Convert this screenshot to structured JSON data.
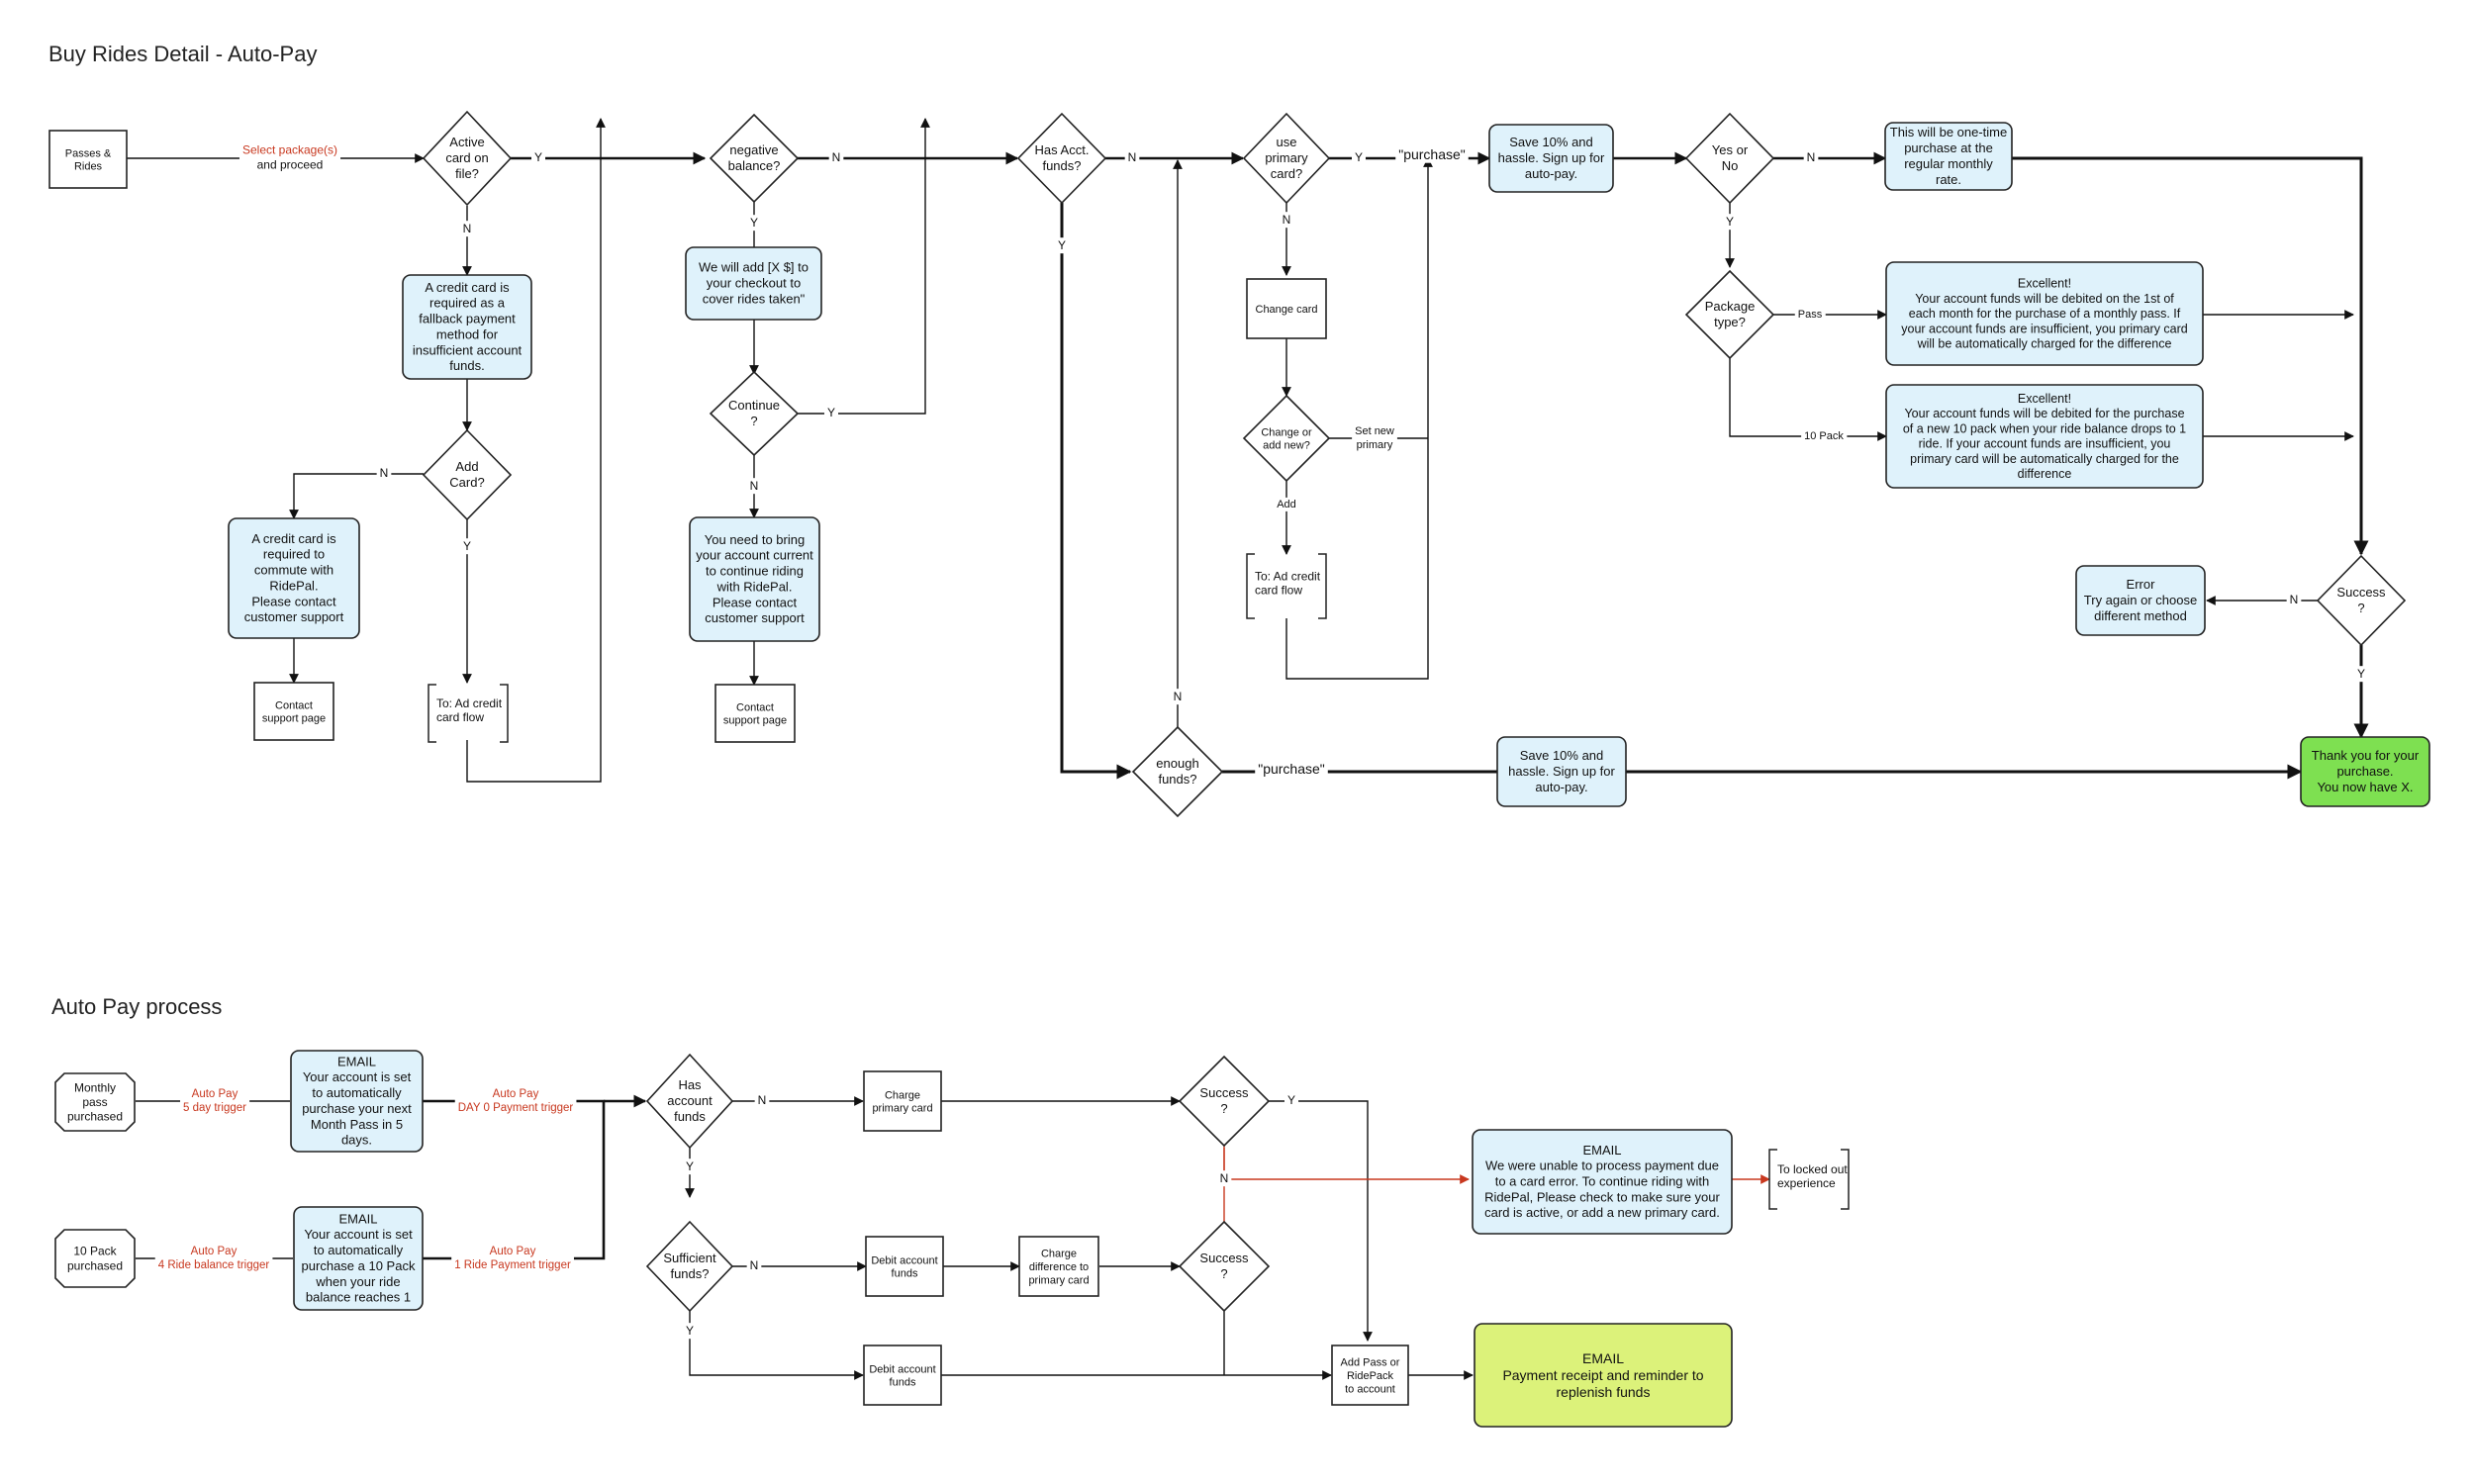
{
  "titles": {
    "main": "Buy Rides Detail - Auto-Pay",
    "autopay": "Auto Pay process"
  },
  "colors": {
    "light_blue": "#dff2fb",
    "green": "#7ee051",
    "yellow_green": "#dcf27a",
    "red_label": "#c8381f",
    "line": "#111111"
  },
  "top": {
    "passes_rides": [
      "Passes &",
      "Rides"
    ],
    "select_packages": [
      "Select package(s)",
      "and proceed"
    ],
    "active_card": [
      "Active",
      "card on",
      "file?"
    ],
    "credit_fallback": [
      "A credit card is",
      "required as a",
      "fallback payment",
      "method for",
      "insufficient account",
      "funds."
    ],
    "add_card": [
      "Add",
      "Card?"
    ],
    "credit_required": [
      "A credit card is",
      "required to",
      "commute with",
      "RidePal.",
      "Please contact",
      "customer support"
    ],
    "contact_support_1": [
      "Contact",
      "support page"
    ],
    "to_ad_credit_1": [
      "To: Ad credit",
      "card flow"
    ],
    "negative_balance": [
      "negative",
      "balance?"
    ],
    "we_will_add": [
      "We will add  [X $] to",
      "your checkout to",
      "cover rides taken\""
    ],
    "continue": [
      "Continue",
      "?"
    ],
    "bring_current": [
      "You need to bring",
      "your account current",
      "to continue riding",
      "with RidePal.",
      "Please contact",
      "customer support"
    ],
    "contact_support_2": [
      "Contact",
      "support page"
    ],
    "has_acct_funds": [
      "Has Acct.",
      "funds?"
    ],
    "use_primary": [
      "use",
      "primary",
      "card?"
    ],
    "change_card": [
      "Change card"
    ],
    "change_or_add": [
      "Change or",
      "add new?"
    ],
    "set_new_primary": [
      "Set new",
      "primary"
    ],
    "add_label": "Add",
    "to_ad_credit_2": [
      "To: Ad credit",
      "card flow"
    ],
    "purchase_quote": "\"purchase\"",
    "save_10": [
      "Save 10% and",
      "hassle.  Sign up for",
      "auto-pay."
    ],
    "yes_or_no": [
      "Yes or",
      "No"
    ],
    "one_time": [
      "This will be one-time",
      "purchase at the",
      "regular monthly",
      "rate."
    ],
    "package_type": [
      "Package",
      "type?"
    ],
    "pass_label": "Pass",
    "ten_pack_label": "10 Pack",
    "excellent_pass": [
      "Excellent!",
      "Your account funds will be debited on the 1st of",
      "each month for the purchase of a monthly pass.  If",
      "your account funds are insufficient, you primary card",
      "will be automatically charged for the difference"
    ],
    "excellent_pack": [
      "Excellent!",
      "Your account funds will be debited for the purchase",
      "of a new 10 pack  when your ride balance drops to 1",
      "ride.  If your account funds are insufficient, you",
      "primary card will be automatically charged for the",
      "difference"
    ],
    "success": [
      "Success",
      "?"
    ],
    "error": [
      "Error",
      "Try again or choose",
      "different method"
    ],
    "enough_funds": [
      "enough",
      "funds?"
    ],
    "thank_you": [
      "Thank you for your",
      "purchase.",
      "You now have X."
    ],
    "y": "Y",
    "n": "N"
  },
  "bottom": {
    "monthly_pass": [
      "Monthly",
      "pass",
      "purchased"
    ],
    "ten_pack": [
      "10 Pack",
      "purchased"
    ],
    "autopay_5day": [
      "Auto Pay",
      "5 day trigger"
    ],
    "autopay_4ride": [
      "Auto Pay",
      "4 Ride balance trigger"
    ],
    "email_monthly": [
      "EMAIL",
      "Your account is set",
      "to automatically",
      "purchase your next",
      "Month Pass in 5",
      "days."
    ],
    "email_pack": [
      "EMAIL",
      "Your account is set",
      "to automatically",
      "purchase a 10 Pack",
      "when your ride",
      "balance reaches 1"
    ],
    "autopay_day0": [
      "Auto Pay",
      "DAY 0 Payment trigger"
    ],
    "autopay_1ride": [
      "Auto Pay",
      "1 Ride Payment trigger"
    ],
    "has_account_funds": [
      "Has",
      "account",
      "funds"
    ],
    "charge_primary": [
      "Charge",
      "primary card"
    ],
    "success": [
      "Success",
      "?"
    ],
    "sufficient_funds": [
      "Sufficient",
      "funds?"
    ],
    "debit_funds": [
      "Debit account",
      "funds"
    ],
    "charge_difference": [
      "Charge",
      "difference to",
      "primary card"
    ],
    "email_error": [
      "EMAIL",
      "We were unable to process payment due",
      "to a card error.  To continue riding with",
      "RidePal, Please check to make sure your",
      "card is active, or add a new primary card."
    ],
    "locked_out": [
      "To locked out",
      "experience"
    ],
    "add_pass": [
      "Add Pass or",
      "RidePack",
      "to account"
    ],
    "email_receipt": [
      "EMAIL",
      "Payment receipt and reminder to",
      "replenish funds"
    ],
    "y": "Y",
    "n": "N"
  }
}
